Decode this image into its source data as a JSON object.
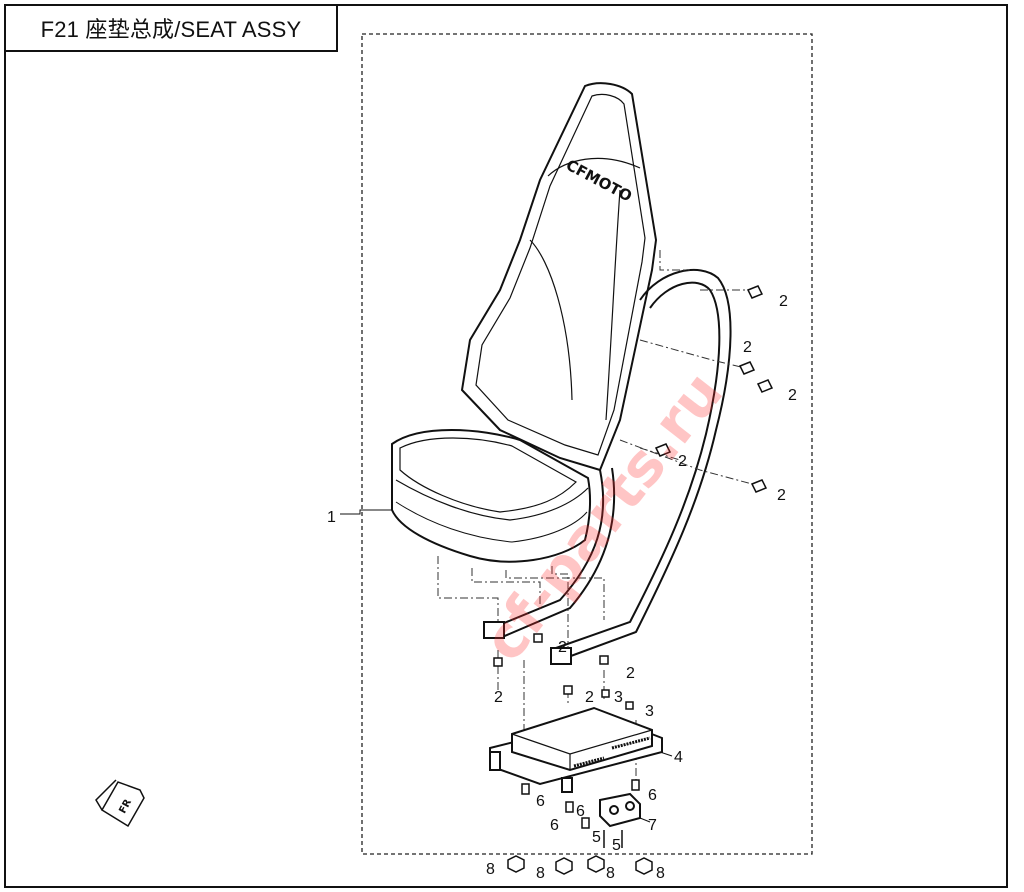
{
  "title": "F21 座垫总成/SEAT ASSY",
  "brand_logo": "CFMOTO",
  "watermark": "cf-parts.ru",
  "front_arrow_label": "FR",
  "callouts": [
    {
      "id": "c1",
      "label": "1"
    },
    {
      "id": "c2a",
      "label": "2"
    },
    {
      "id": "c2b",
      "label": "2"
    },
    {
      "id": "c2c",
      "label": "2"
    },
    {
      "id": "c2d",
      "label": "2"
    },
    {
      "id": "c2e",
      "label": "2"
    },
    {
      "id": "c2f",
      "label": "2"
    },
    {
      "id": "c2g",
      "label": "2"
    },
    {
      "id": "c2h",
      "label": "2"
    },
    {
      "id": "c2i",
      "label": "2"
    },
    {
      "id": "c3a",
      "label": "3"
    },
    {
      "id": "c3b",
      "label": "3"
    },
    {
      "id": "c4",
      "label": "4"
    },
    {
      "id": "c5a",
      "label": "5"
    },
    {
      "id": "c5b",
      "label": "5"
    },
    {
      "id": "c6a",
      "label": "6"
    },
    {
      "id": "c6b",
      "label": "6"
    },
    {
      "id": "c6c",
      "label": "6"
    },
    {
      "id": "c6d",
      "label": "6"
    },
    {
      "id": "c7",
      "label": "7"
    },
    {
      "id": "c8a",
      "label": "8"
    },
    {
      "id": "c8b",
      "label": "8"
    },
    {
      "id": "c8c",
      "label": "8"
    },
    {
      "id": "c8d",
      "label": "8"
    }
  ]
}
